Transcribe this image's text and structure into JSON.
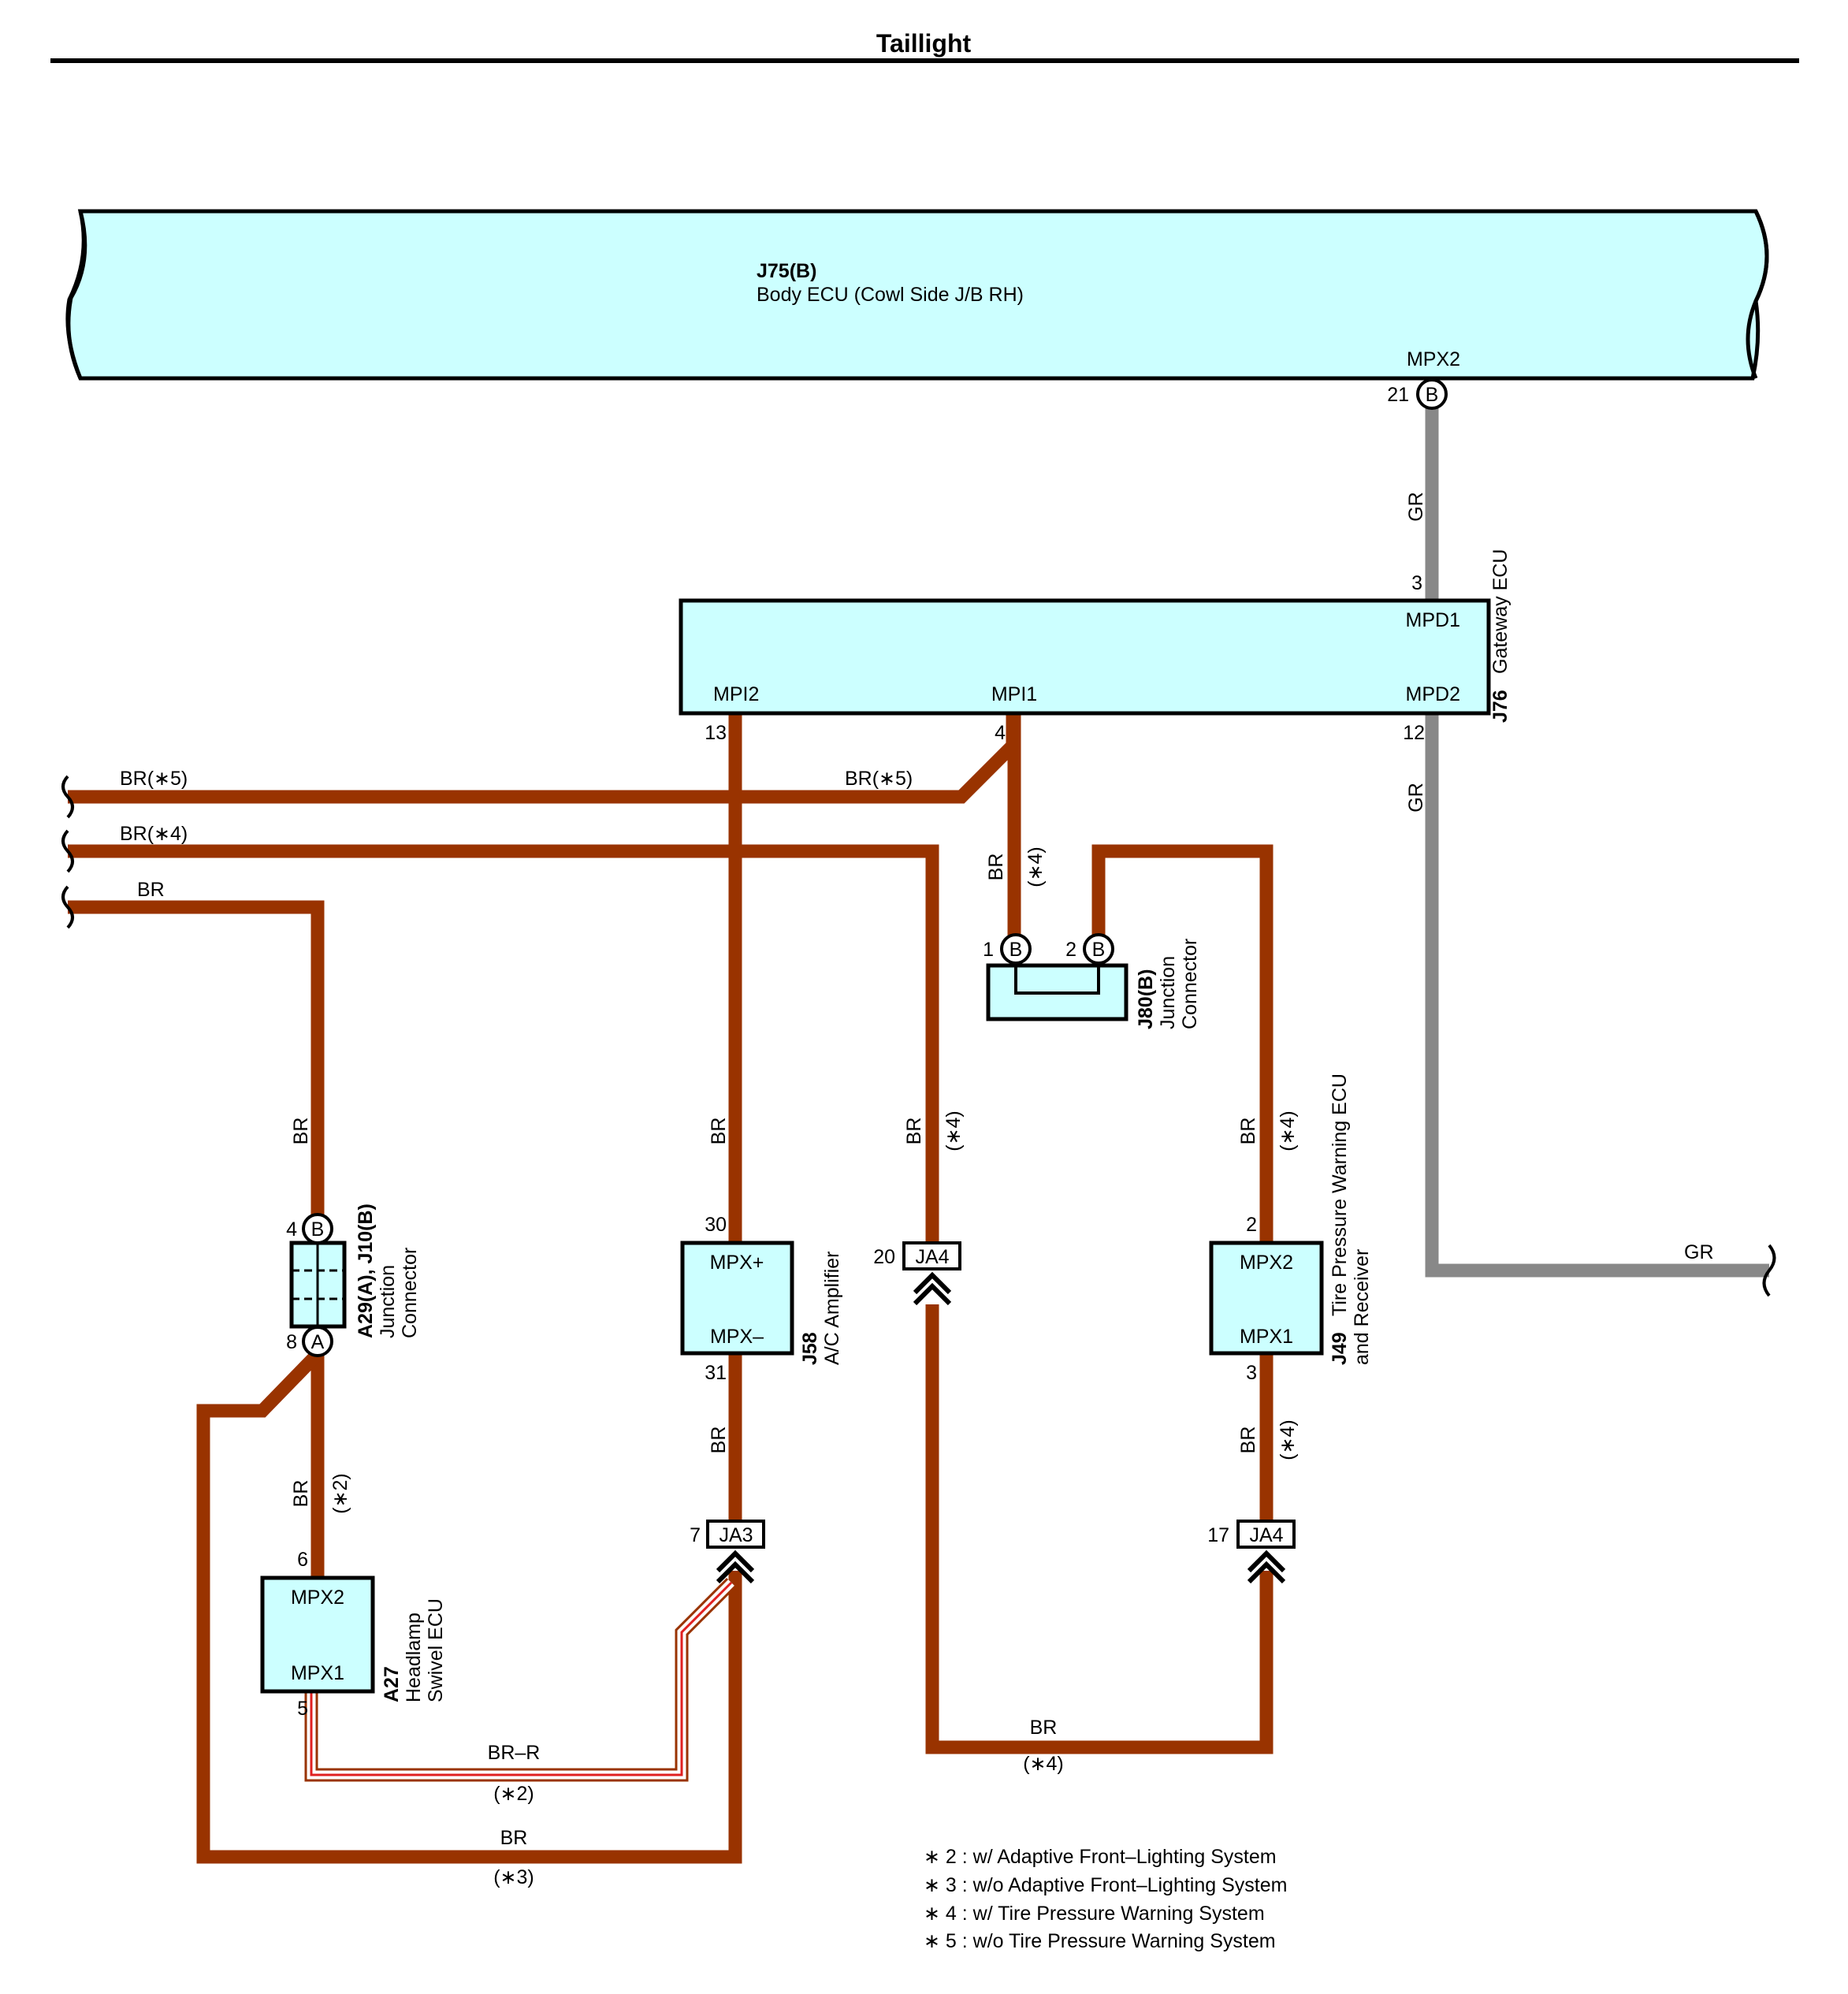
{
  "title": "Taillight",
  "colors": {
    "wire_br": "#993300",
    "wire_gr": "#888888",
    "component_fill": "#ccffff",
    "stripe_r": "#e02020"
  },
  "components": {
    "body_ecu": {
      "code": "J75(B)",
      "name": "Body ECU (Cowl Side J/B RH)",
      "terminal": "MPX2",
      "pin": "21",
      "connector": "B"
    },
    "gateway_ecu": {
      "code": "J76",
      "name": "Gateway ECU",
      "terminals": [
        "MPD1",
        "MPI2",
        "MPI1",
        "MPD2"
      ],
      "pins": {
        "mpd1": "3",
        "mpi2": "13",
        "mpi1": "4",
        "mpd2": "12"
      }
    },
    "j80": {
      "code": "J80(B)",
      "name_line1": "Junction",
      "name_line2": "Connector",
      "pin1": "1",
      "pin2": "2",
      "connector": "B"
    },
    "a29": {
      "code": "A29(A), J10(B)",
      "name_line1": "Junction",
      "name_line2": "Connector",
      "pin_top": "4",
      "pin_top_conn": "B",
      "pin_bottom": "8",
      "pin_bottom_conn": "A"
    },
    "ac_amp": {
      "code": "J58",
      "name": "A/C Amplifier",
      "terminal_top": "MPX+",
      "terminal_bottom": "MPX–",
      "pin_top": "30",
      "pin_bottom": "31"
    },
    "tpws": {
      "code": "J49",
      "name_line1": "Tire Pressure Warning ECU",
      "name_line2": "and Receiver",
      "terminal_top": "MPX2",
      "terminal_bottom": "MPX1",
      "pin_top": "2",
      "pin_bottom": "3"
    },
    "headlamp": {
      "code": "A27",
      "name_line1": "Headlamp",
      "name_line2": "Swivel ECU",
      "terminal_top": "MPX2",
      "terminal_bottom": "MPX1",
      "pin_top": "6",
      "pin_bottom": "5"
    }
  },
  "junctions": {
    "ja4_left": {
      "label": "JA4",
      "pin": "20"
    },
    "ja3": {
      "label": "JA3",
      "pin": "7"
    },
    "ja4_right": {
      "label": "JA4",
      "pin": "17"
    }
  },
  "wire_labels": {
    "gr": "GR",
    "br": "BR",
    "br5": "BR(∗5)",
    "br4": "BR(∗4)",
    "brr": "BR–R",
    "n2": "(∗2)",
    "n3": "(∗3)",
    "n4": "(∗4)"
  },
  "notes": [
    "∗ 2 : w/ Adaptive Front–Lighting System",
    "∗ 3 : w/o Adaptive Front–Lighting System",
    "∗ 4 : w/ Tire Pressure Warning System",
    "∗ 5 : w/o Tire Pressure Warning System"
  ]
}
